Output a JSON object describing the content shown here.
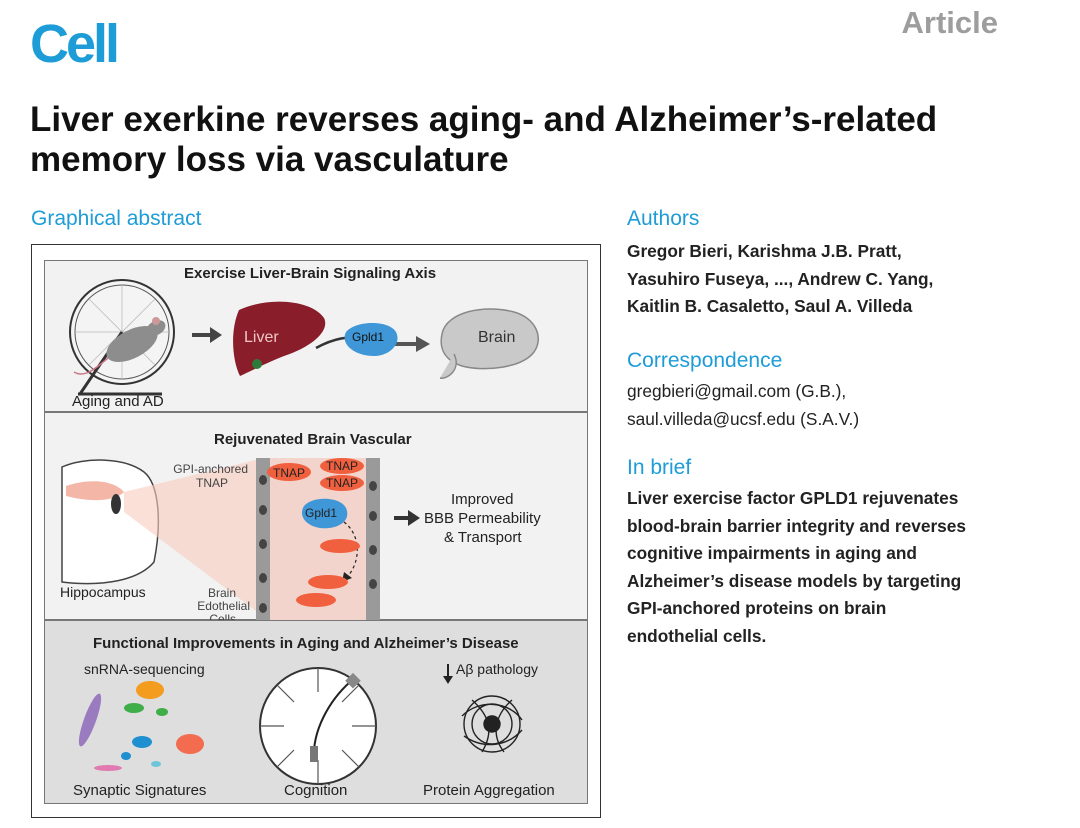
{
  "header": {
    "journal_logo": "Cell",
    "article_type": "Article"
  },
  "title": "Liver exerkine reverses aging- and Alzheimer’s-related memory loss via vasculature",
  "graphical_abstract": {
    "heading": "Graphical abstract",
    "panel1": {
      "title": "Exercise Liver-Brain Signaling Axis",
      "aging_label": "Aging and AD",
      "liver_label": "Liver",
      "gpld1_label": "Gpld1",
      "brain_label": "Brain"
    },
    "panel2": {
      "title": "Rejuvenated Brain Vascular",
      "gpi_label": "GPI-anchored",
      "tnap_label": "TNAP",
      "tnap1": "TNAP",
      "tnap2": "TNAP",
      "tnap3": "TNAP",
      "gpld1_label": "Gpld1",
      "hippocampus_label": "Hippocampus",
      "brain_label": "Brain",
      "endothelial_label": "Edothelial",
      "cells_label": "Cells",
      "improved_1": "Improved",
      "improved_2": "BBB Permeability",
      "improved_3": "& Transport"
    },
    "panel3": {
      "title": "Functional Improvements in Aging and Alzheimer’s Disease",
      "snrna_label": "snRNA-sequencing",
      "abeta_label": "Aβ pathology",
      "synaptic_label": "Synaptic Signatures",
      "cognition_label": "Cognition",
      "protein_label": "Protein Aggregation"
    }
  },
  "authors": {
    "heading": "Authors",
    "line1": "Gregor Bieri, Karishma J.B. Pratt,",
    "line2": "Yasuhiro Fuseya, ..., Andrew C. Yang,",
    "line3": "Kaitlin B. Casaletto, Saul A. Villeda"
  },
  "correspondence": {
    "heading": "Correspondence",
    "line1": "gregbieri@gmail.com (G.B.),",
    "line2": "saul.villeda@ucsf.edu (S.A.V.)"
  },
  "in_brief": {
    "heading": "In brief",
    "line1": "Liver exercise factor GPLD1 rejuvenates",
    "line2": "blood-brain barrier integrity and reverses",
    "line3": "cognitive impairments in aging and",
    "line4": "Alzheimer’s disease models by targeting",
    "line5": "GPI-anchored proteins on brain",
    "line6": "endothelial cells."
  },
  "colors": {
    "accent": "#1e9cd7",
    "liver": "#8a1d2a",
    "gpld1": "#3f97d7",
    "tnap": "#f0603f",
    "article_gray": "#9d9d9d"
  }
}
